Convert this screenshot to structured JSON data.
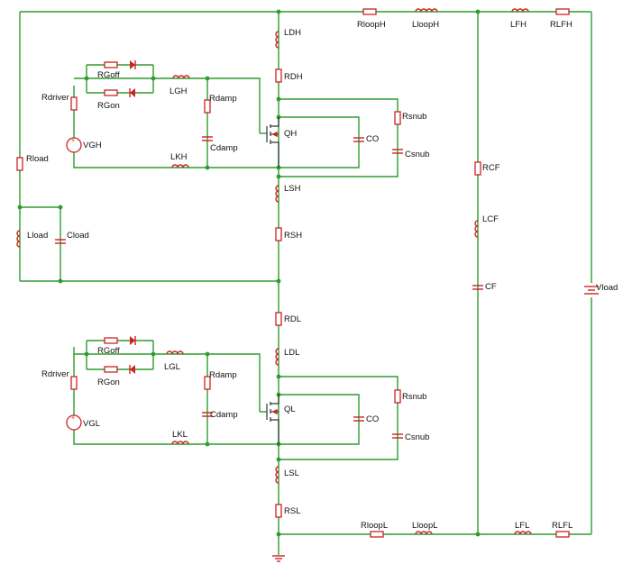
{
  "labels": {
    "RloopH": "RloopH",
    "LloopH": "LloopH",
    "LFH": "LFH",
    "RLFH": "RLFH",
    "LDH": "LDH",
    "RDH": "RDH",
    "QH": "QH",
    "CO_H": "CO",
    "Rsnub_H": "Rsnub",
    "Csnub_H": "Csnub",
    "LSH": "LSH",
    "RSH": "RSH",
    "RGoff_H": "RGoff",
    "RGon_H": "RGon",
    "Rdriver_H": "Rdriver",
    "VGH": "VGH",
    "LGH": "LGH",
    "LKH": "LKH",
    "Rdamp_H": "Rdamp",
    "Cdamp_H": "Cdamp",
    "Rload": "Rload",
    "Lload": "Lload",
    "Cload": "Cload",
    "RCF": "RCF",
    "LCF": "LCF",
    "CF": "CF",
    "Vload": "Vload",
    "RDL": "RDL",
    "LDL": "LDL",
    "QL": "QL",
    "CO_L": "CO",
    "Rsnub_L": "Rsnub",
    "Csnub_L": "Csnub",
    "LSL": "LSL",
    "RSL": "RSL",
    "RGoff_L": "RGoff",
    "RGon_L": "RGon",
    "Rdriver_L": "Rdriver",
    "VGL": "VGL",
    "LGL": "LGL",
    "LKL": "LKL",
    "Rdamp_L": "Rdamp",
    "Cdamp_L": "Cdamp",
    "RloopL": "RloopL",
    "LloopL": "LloopL",
    "LFL": "LFL",
    "RLFL": "RLFL"
  },
  "colors": {
    "wire": "#2e9c2e",
    "component": "#cc2222",
    "text": "#111111"
  }
}
